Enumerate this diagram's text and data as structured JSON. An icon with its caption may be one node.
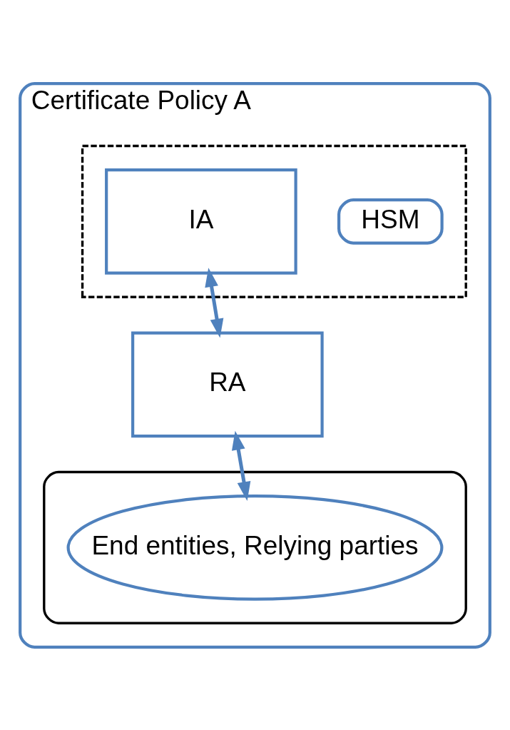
{
  "diagram": {
    "nodes": [
      {
        "text": [
          "Certificate Policy A"
        ]
      },
      {
        "text": [],
        "shape": "box",
        "in": 0
      },
      {
        "text": [
          "HSM"
        ],
        "in": 1
      },
      {
        "text": [
          "IA"
        ],
        "in": 1
      },
      {
        "text": [
          "RA"
        ],
        "in": 0
      },
      {
        "text": [],
        "shape": "cloud",
        "in": 0
      },
      {
        "text": [
          "End entities, Relying parties"
        ],
        "in": 5
      }
    ],
    "edges": [
      {
        "from": 3,
        "to": 4,
        "arrow": "both"
      },
      {
        "from": 4,
        "to": 6,
        "arrow": "both"
      }
    ]
  }
}
